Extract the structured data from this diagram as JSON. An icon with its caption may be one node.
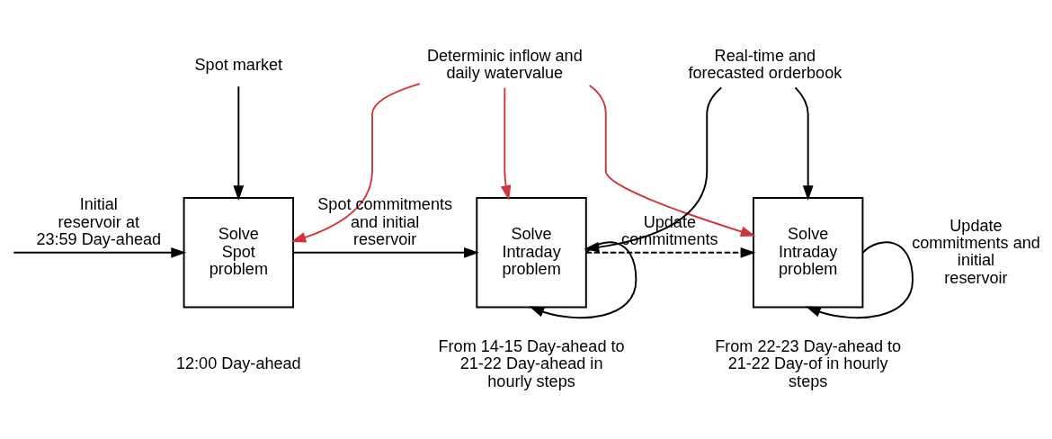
{
  "diagram": {
    "nodes": [
      {
        "text": [
          "Spot market"
        ]
      },
      {
        "text": [
          "Determinic inflow and daily watervalue"
        ]
      },
      {
        "text": [
          "Real-time and forecasted orderbook"
        ]
      },
      {
        "text": [
          "Solve Spot problem"
        ],
        "beside": [
          "12:00 Day-ahead"
        ]
      },
      {
        "text": [
          "Solve Intraday problem"
        ],
        "beside": [
          "From 14-15 Day-ahead to 21-22 Day-ahead in hourly steps"
        ]
      },
      {
        "text": [
          "Solve Intraday problem"
        ],
        "beside": [
          "From 22-23 Day-ahead to 21-22 Day-of in hourly steps"
        ]
      }
    ],
    "edges": [
      {
        "from": null,
        "to": 3,
        "arrow": "to",
        "label": "Initial reservoir at 23:59 Day-ahead"
      },
      {
        "from": 0,
        "to": 3,
        "arrow": "to"
      },
      {
        "from": 1,
        "to": 3,
        "arrow": "to",
        "color": "#d0343c"
      },
      {
        "from": 1,
        "to": 4,
        "arrow": "to",
        "color": "#d0343c"
      },
      {
        "from": 1,
        "to": 5,
        "arrow": "to",
        "color": "#d0343c"
      },
      {
        "from": 2,
        "to": 4,
        "arrow": "to"
      },
      {
        "from": 2,
        "to": 5,
        "arrow": "to"
      },
      {
        "from": 3,
        "to": 4,
        "arrow": "to",
        "label": "Spot commitments and initial reservoir"
      },
      {
        "from": 4,
        "to": 5,
        "arrow": "to",
        "label": "Update commitments",
        "style": "dashed"
      },
      {
        "from": 4,
        "to": 4,
        "arrow": "to"
      },
      {
        "from": 5,
        "to": 5,
        "arrow": "to",
        "label": "Update commitments and initial reservoir"
      }
    ]
  }
}
